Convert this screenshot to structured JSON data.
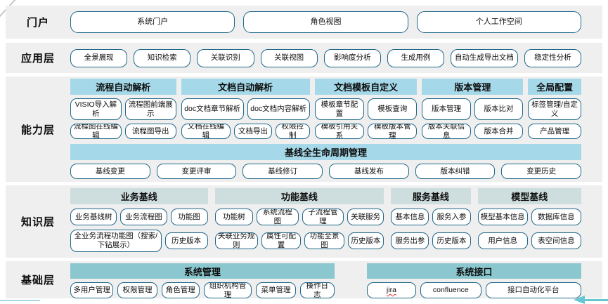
{
  "portal": {
    "label": "门户",
    "buttons": [
      "系统门户",
      "角色视图",
      "个人工作空间"
    ]
  },
  "application": {
    "label": "应用层",
    "buttons": [
      "全景展现",
      "知识检索",
      "关联识别",
      "关联视图",
      "影响度分析",
      "生成用例",
      "自动生成导出文档",
      "稳定性分析"
    ]
  },
  "capability": {
    "label": "能力层",
    "sections": [
      {
        "title": "流程自动解析",
        "row1": [
          "VISIO导入解析",
          "流程图前端展示"
        ],
        "row2": [
          "流程图在线编辑",
          "流程图导出"
        ]
      },
      {
        "title": "文档自动解析",
        "row1": [
          "doc文档章节解析",
          "doc文档内容解析"
        ],
        "row2": [
          "文档在线编辑",
          "文档导出",
          "权限控制"
        ]
      },
      {
        "title": "文档模板自定义",
        "row1": [
          "模板章节配置",
          "模板查询"
        ],
        "row2": [
          "模板引用关系",
          "模板版本管理"
        ]
      },
      {
        "title": "版本管理",
        "row1": [
          "版本管理",
          "版本比对"
        ],
        "row2": [
          "版本关联信息",
          "版本合并"
        ]
      },
      {
        "title": "全局配置",
        "row1": [
          "标签管理/自定义"
        ],
        "row2": [
          "产品管理"
        ]
      }
    ],
    "baseline": {
      "title": "基线全生命周期管理",
      "buttons": [
        "基线变更",
        "变更评审",
        "基线修订",
        "基线发布",
        "版本纠错",
        "变更历史"
      ]
    }
  },
  "knowledge": {
    "label": "知识层",
    "sections": [
      {
        "title": "业务基线",
        "row1": [
          "业务基线树",
          "业务流程图",
          "功能图"
        ],
        "row2": [
          "全业务流程功能图（搜索/下钻展示）",
          "历史版本"
        ]
      },
      {
        "title": "功能基线",
        "row1": [
          "功能树",
          "系统流程图",
          "子流程管理",
          "关联服务"
        ],
        "row2": [
          "关联业务规则",
          "属性可配置",
          "功能全景图",
          "历史版本"
        ]
      },
      {
        "title": "服务基线",
        "row1": [
          "基本信息",
          "服务入参"
        ],
        "row2": [
          "服务出参",
          "历史版本"
        ]
      },
      {
        "title": "模型基线",
        "row1": [
          "模型基本信息",
          "数据库信息"
        ],
        "row2": [
          "用户信息",
          "表空间信息"
        ]
      }
    ]
  },
  "foundation": {
    "label": "基础层",
    "sections": [
      {
        "title": "系统管理",
        "buttons": [
          "多用户管理",
          "权限管理",
          "角色管理",
          "组织机构管理",
          "菜单管理",
          "操作日志"
        ]
      },
      {
        "title": "系统接口",
        "buttons": [
          "jira",
          "confluence",
          "接口自动化平台"
        ]
      }
    ]
  },
  "colors": {
    "band_bg": "#efefef",
    "capability_header": "#a5d9e9",
    "knowledge_header": "#cedddd",
    "foundation_header": "#8bc7ce",
    "box_border": "#21688a",
    "accent_arrow": "#66c7d2"
  }
}
